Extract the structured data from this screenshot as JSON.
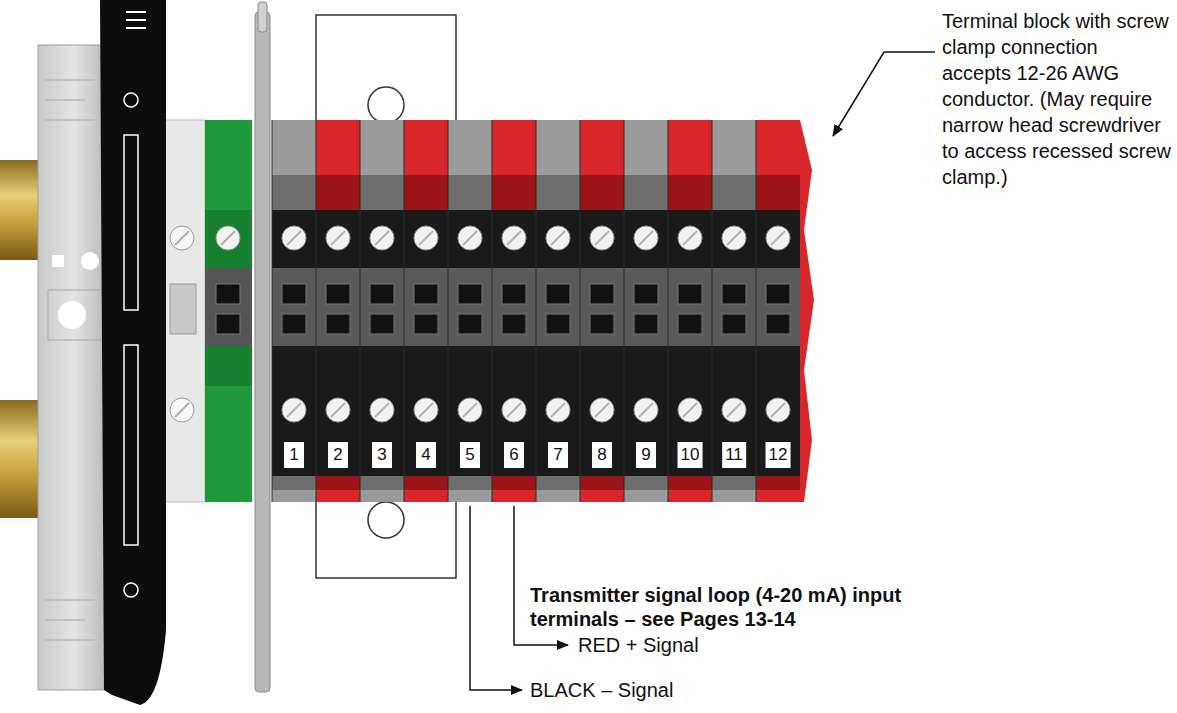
{
  "diagram": {
    "labels": [
      "Terminal block with screw clamp connection accepts 12-26 AWG conductor. (May require narrow head screwdriver to access recessed screw clamp.)",
      "1",
      "2",
      "3",
      "4",
      "5",
      "6",
      "7",
      "8",
      "9",
      "10",
      "11",
      "12",
      "Transmitter signal loop (4-20 mA) input terminals – see Pages 13-14",
      "RED + Signal",
      "BLACK – Signal"
    ]
  }
}
